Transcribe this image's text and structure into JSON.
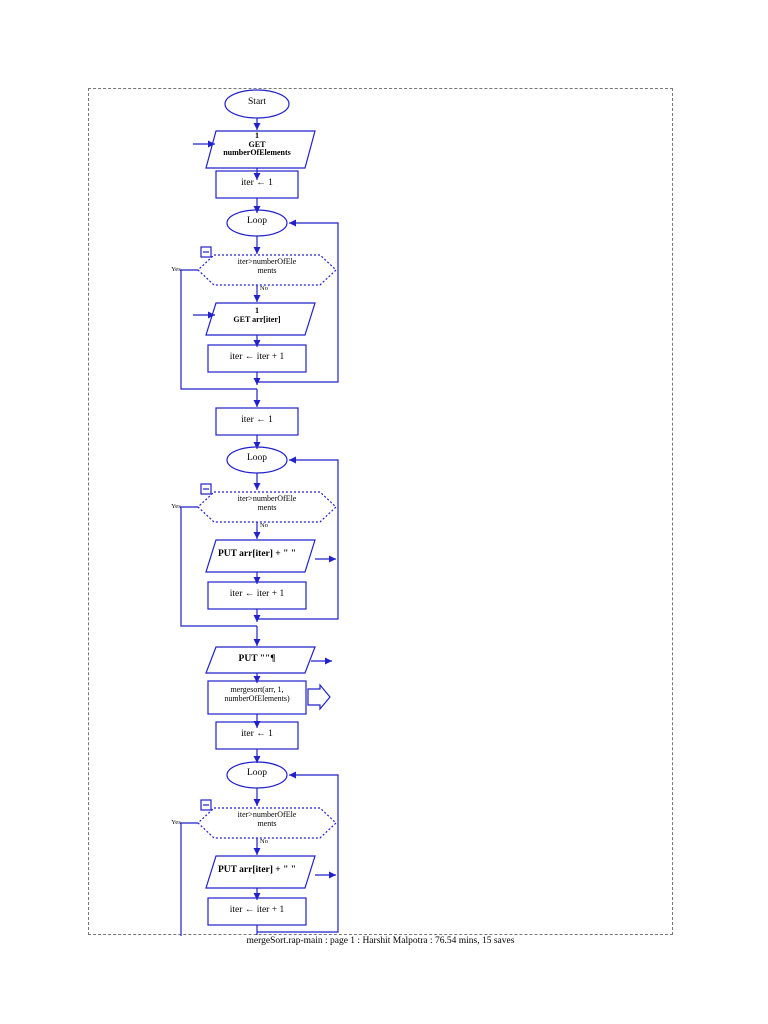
{
  "meta": {
    "title": "mergeSort.rap-main",
    "footer_text": "mergeSort.rap-main : page 1 : Harshit Malpotra : 76.54 mins, 15 saves",
    "colors": {
      "shape_stroke": "#2020cc",
      "connector": "#2020cc",
      "text": "#000000",
      "page_border": "#777777",
      "background": "#ffffff"
    }
  },
  "flowchart": {
    "type": "raptor-flowchart",
    "nodes": [
      {
        "id": "start",
        "kind": "terminal",
        "label": "Start"
      },
      {
        "id": "get_n",
        "kind": "input",
        "label": "1\nGET\nnumberOfElements"
      },
      {
        "id": "iter_init_1",
        "kind": "assignment",
        "label": "iter ← 1"
      },
      {
        "id": "loop_1",
        "kind": "loop",
        "label": "Loop"
      },
      {
        "id": "cond_1",
        "kind": "decision",
        "label": "iter>numberOfEle\nments",
        "yes_label": "Yes",
        "no_label": "No"
      },
      {
        "id": "get_arr",
        "kind": "input",
        "label": "1\nGET arr[iter]"
      },
      {
        "id": "iter_inc_1",
        "kind": "assignment",
        "label": "iter ← iter + 1"
      },
      {
        "id": "iter_init_2",
        "kind": "assignment",
        "label": "iter ← 1"
      },
      {
        "id": "loop_2",
        "kind": "loop",
        "label": "Loop"
      },
      {
        "id": "cond_2",
        "kind": "decision",
        "label": "iter>numberOfEle\nments",
        "yes_label": "Yes",
        "no_label": "No"
      },
      {
        "id": "put_arr_1",
        "kind": "output",
        "label": "PUT arr[iter] + \" \""
      },
      {
        "id": "iter_inc_2",
        "kind": "assignment",
        "label": "iter ← iter + 1"
      },
      {
        "id": "put_nl",
        "kind": "output",
        "label": "PUT \"\"¶"
      },
      {
        "id": "call_merge",
        "kind": "procedure",
        "label": "mergesort(arr, 1,\nnumberOfElements)"
      },
      {
        "id": "iter_init_3",
        "kind": "assignment",
        "label": "iter ← 1"
      },
      {
        "id": "loop_3",
        "kind": "loop",
        "label": "Loop"
      },
      {
        "id": "cond_3",
        "kind": "decision",
        "label": "iter>numberOfEle\nments",
        "yes_label": "Yes",
        "no_label": "No"
      },
      {
        "id": "put_arr_2",
        "kind": "output",
        "label": "PUT arr[iter] + \" \""
      },
      {
        "id": "iter_inc_3",
        "kind": "assignment",
        "label": "iter ← iter + 1"
      }
    ]
  }
}
